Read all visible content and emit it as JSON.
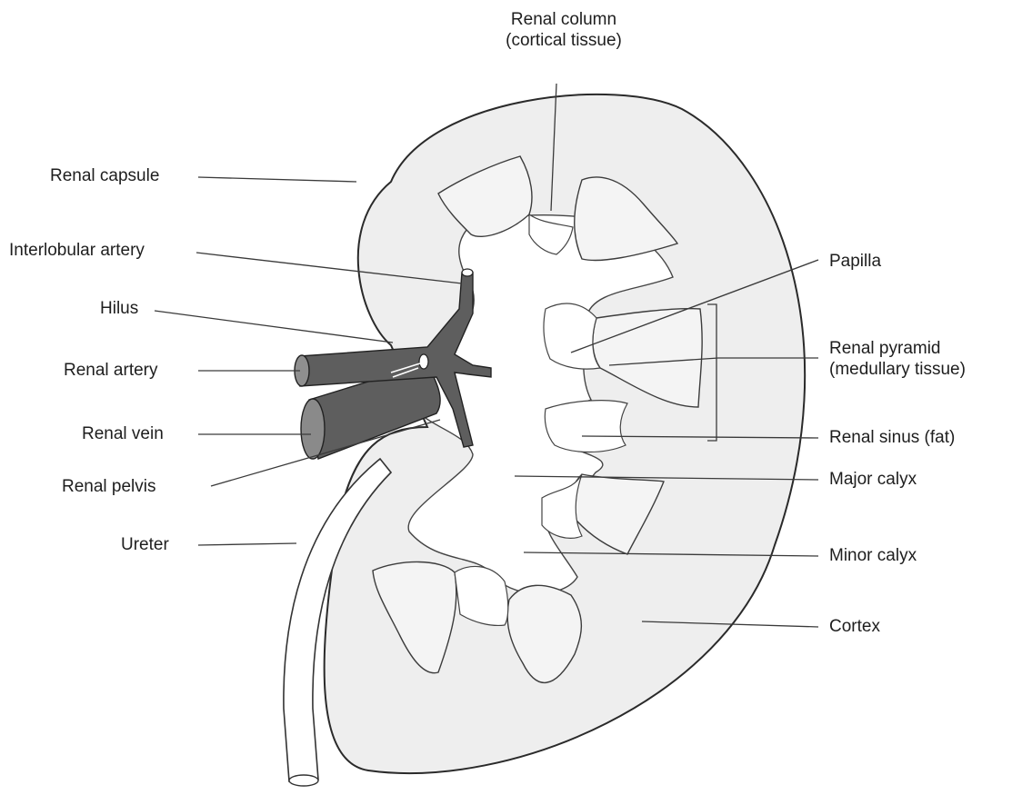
{
  "labels": {
    "renal_column": [
      "Renal column",
      "(cortical tissue)"
    ],
    "renal_capsule": "Renal capsule",
    "interlobular_artery": "Interlobular artery",
    "hilus": "Hilus",
    "renal_artery": "Renal artery",
    "renal_vein": "Renal vein",
    "renal_pelvis": "Renal pelvis",
    "ureter": "Ureter",
    "papilla": "Papilla",
    "renal_pyramid": [
      "Renal pyramid",
      "(medullary tissue)"
    ],
    "renal_sinus": "Renal sinus (fat)",
    "major_calyx": "Major calyx",
    "minor_calyx": "Minor calyx",
    "cortex": "Cortex"
  },
  "colors": {
    "cortex_fill": "#eeeeee",
    "vessel_fill": "#5e5e5e",
    "outline": "#2a2a2a"
  }
}
